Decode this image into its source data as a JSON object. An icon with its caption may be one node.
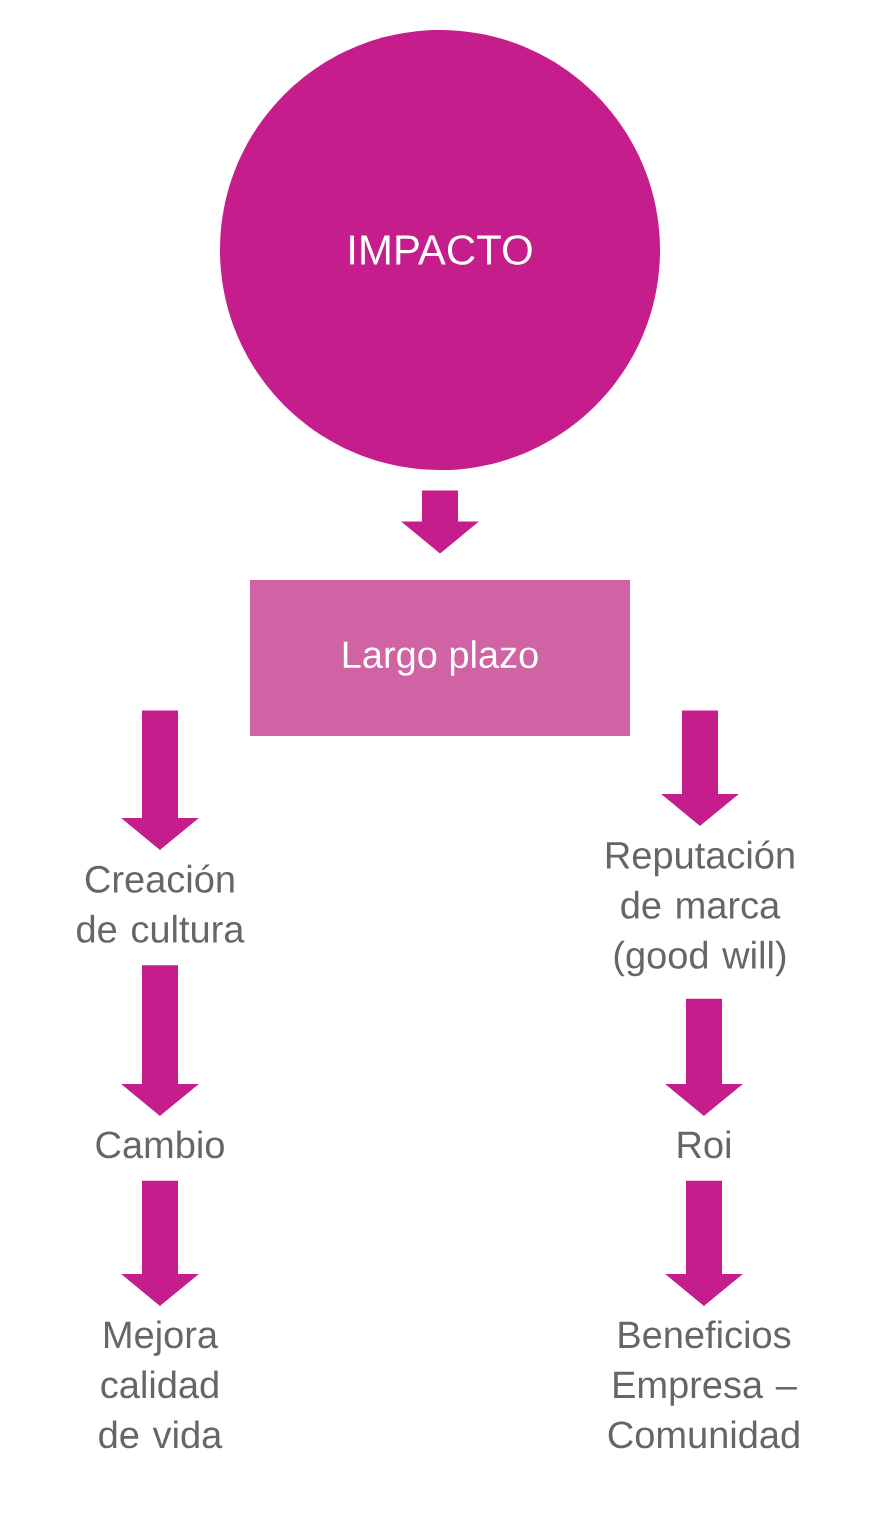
{
  "diagram": {
    "nodes": [
      {
        "text": [
          "IMPACTO"
        ]
      },
      {
        "text": [
          "Largo plazo"
        ]
      },
      {
        "text": [
          "Creación de cultura"
        ]
      },
      {
        "text": [
          "Reputación de marca (good will)"
        ]
      },
      {
        "text": [
          "Cambio"
        ]
      },
      {
        "text": [
          "Roi"
        ]
      },
      {
        "text": [
          "Mejora calidad de vida"
        ]
      },
      {
        "text": [
          "Beneficios Empresa – Comunidad"
        ]
      }
    ],
    "edges": [
      {
        "from": 0,
        "to": 1,
        "arrow": "to"
      },
      {
        "from": 1,
        "to": 2,
        "arrow": "to"
      },
      {
        "from": 1,
        "to": 3,
        "arrow": "to"
      },
      {
        "from": 2,
        "to": 4,
        "arrow": "to"
      },
      {
        "from": 3,
        "to": 5,
        "arrow": "to"
      },
      {
        "from": 4,
        "to": 6,
        "arrow": "to"
      },
      {
        "from": 5,
        "to": 7,
        "arrow": "to"
      }
    ]
  }
}
